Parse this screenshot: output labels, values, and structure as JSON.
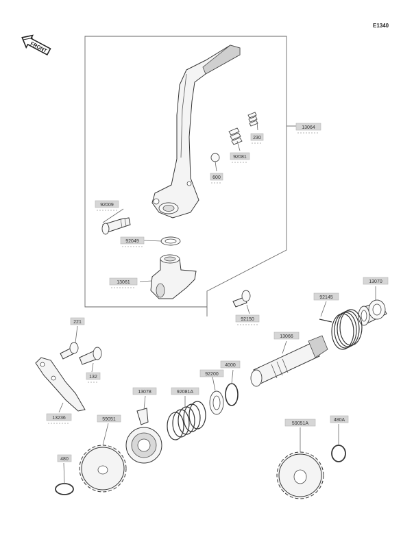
{
  "diagram": {
    "code": "E1340",
    "front_label": "FRONT"
  },
  "labels": [
    {
      "id": "13064",
      "text": "13064"
    },
    {
      "id": "230",
      "text": "230"
    },
    {
      "id": "92081",
      "text": "92081"
    },
    {
      "id": "600",
      "text": "600"
    },
    {
      "id": "92009",
      "text": "92009"
    },
    {
      "id": "92049",
      "text": "92049"
    },
    {
      "id": "13061",
      "text": "13061"
    },
    {
      "id": "92150",
      "text": "92150"
    },
    {
      "id": "13070",
      "text": "13070"
    },
    {
      "id": "92145",
      "text": "92145"
    },
    {
      "id": "13066",
      "text": "13066"
    },
    {
      "id": "221",
      "text": "221"
    },
    {
      "id": "132",
      "text": "132"
    },
    {
      "id": "13236",
      "text": "13236"
    },
    {
      "id": "4000",
      "text": "4000"
    },
    {
      "id": "92200",
      "text": "92200"
    },
    {
      "id": "92081A",
      "text": "92081A"
    },
    {
      "id": "13078",
      "text": "13078"
    },
    {
      "id": "59051",
      "text": "59051"
    },
    {
      "id": "480",
      "text": "480"
    },
    {
      "id": "59051A",
      "text": "59051A"
    },
    {
      "id": "480A",
      "text": "480A"
    }
  ]
}
